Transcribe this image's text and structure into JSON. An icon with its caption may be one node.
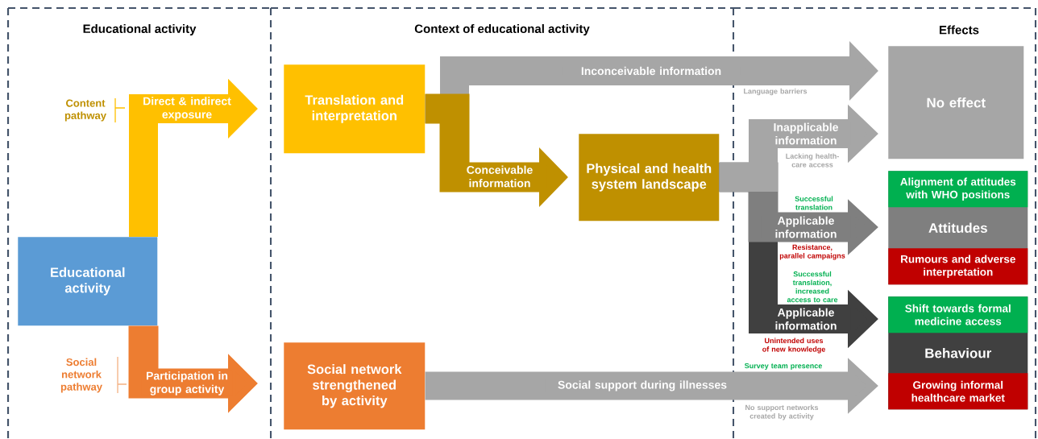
{
  "diagram": {
    "nodes": [
      {
        "text": [
          "Educational activity"
        ]
      },
      {
        "text": [
          "Educational activity"
        ],
        "in": 0
      },
      {
        "text": [
          "Context of educational activity"
        ]
      },
      {
        "text": [
          "Translation and interpretation"
        ],
        "in": 2
      },
      {
        "text": [
          "Physical and health system landscape"
        ],
        "in": 2
      },
      {
        "text": [
          "Social network strengthened by activity"
        ],
        "in": 2
      },
      {
        "text": [
          "Effects"
        ]
      },
      {
        "text": [
          "No effect"
        ],
        "in": 6
      },
      {
        "text": [
          "Attitudes"
        ],
        "in": 6
      },
      {
        "text": [
          "Alignment of attitudes with WHO positions"
        ],
        "in": 8
      },
      {
        "text": [
          "Rumours and adverse interpretation"
        ],
        "in": 8
      },
      {
        "text": [
          "Behaviour"
        ],
        "in": 6
      },
      {
        "text": [
          "Shift towards formal medicine access"
        ],
        "in": 11
      },
      {
        "text": [
          "Growing informal healthcare market"
        ],
        "in": 11
      }
    ],
    "edges": [
      {
        "from": 1,
        "to": 3,
        "arrow": "to",
        "label": "Direct & indirect exposure",
        "color": "#ffc000"
      },
      {
        "from": 1,
        "to": 5,
        "arrow": "to",
        "label": "Participation in group activity",
        "color": "#ed7d31"
      },
      {
        "from": 3,
        "to": 7,
        "arrow": "to",
        "label": "Inconceivable information",
        "color": "#a6a6a6"
      },
      {
        "from": 3,
        "to": 4,
        "arrow": "to",
        "label": "Conceivable information",
        "color": "#bf9000"
      },
      {
        "from": 4,
        "to": 7,
        "arrow": "to",
        "label": "Inapplicable information",
        "color": "#a6a6a6"
      },
      {
        "from": 4,
        "to": 8,
        "arrow": "to",
        "label": "Applicable information",
        "color": "#7f7f7f"
      },
      {
        "from": 4,
        "to": 11,
        "arrow": "to",
        "label": "Applicable information",
        "color": "#404040"
      },
      {
        "from": 5,
        "to": 11,
        "arrow": "to",
        "label": "Social support during illnesses",
        "color": "#a6a6a6"
      }
    ],
    "labels": [
      "Language barriers",
      "Content pathway",
      "Lacking health-care access",
      "Successful translation",
      "Resistance, parallel campaigns",
      "Successful translation, increased access to care",
      "Unintended uses of new knowledge",
      "Survey team presence",
      "Social network pathway",
      "No support networks created by activity"
    ]
  }
}
